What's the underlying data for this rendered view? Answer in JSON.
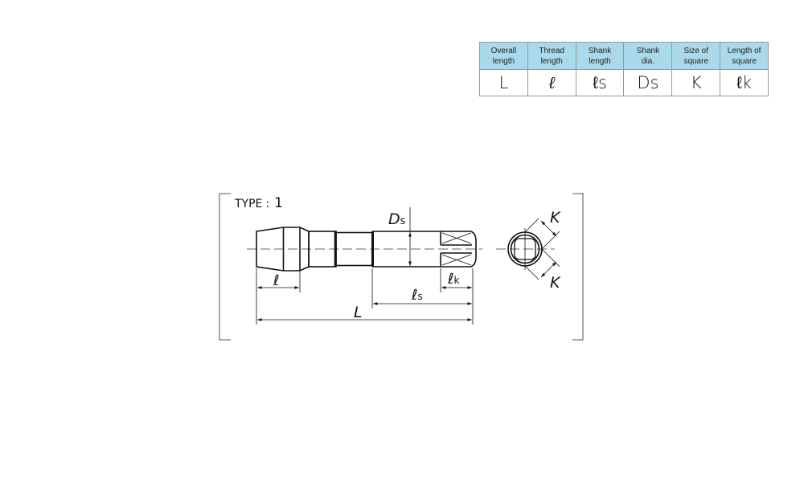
{
  "spec_table": {
    "headers": [
      "Overall\nlength",
      "Thread\nlength",
      "Shank\nlength",
      "Shank\ndia.",
      "Size of\nsquare",
      "Length of\nsquare"
    ],
    "header_lines": [
      [
        "Overall",
        "length"
      ],
      [
        "Thread",
        "length"
      ],
      [
        "Shank",
        "length"
      ],
      [
        "Shank",
        "dia."
      ],
      [
        "Size of",
        "square"
      ],
      [
        "Length of",
        "square"
      ]
    ],
    "symbols": [
      "L",
      "ℓ",
      "ℓs",
      "Ds",
      "K",
      "ℓk"
    ]
  },
  "diagram": {
    "type_label": "TYPE",
    "type_sep": ":",
    "type_value": "1",
    "dim_l": "ℓ",
    "dim_lk": "ℓ",
    "dim_lk_sub": "k",
    "dim_ls": "ℓ",
    "dim_ls_sub": "s",
    "dim_L": "L",
    "dim_Ds": "D",
    "dim_Ds_sub": "s",
    "dim_K_top": "K",
    "dim_K_bottom": "K"
  },
  "colors": {
    "header_bg": "#a9d9ea",
    "line": "#111111"
  }
}
